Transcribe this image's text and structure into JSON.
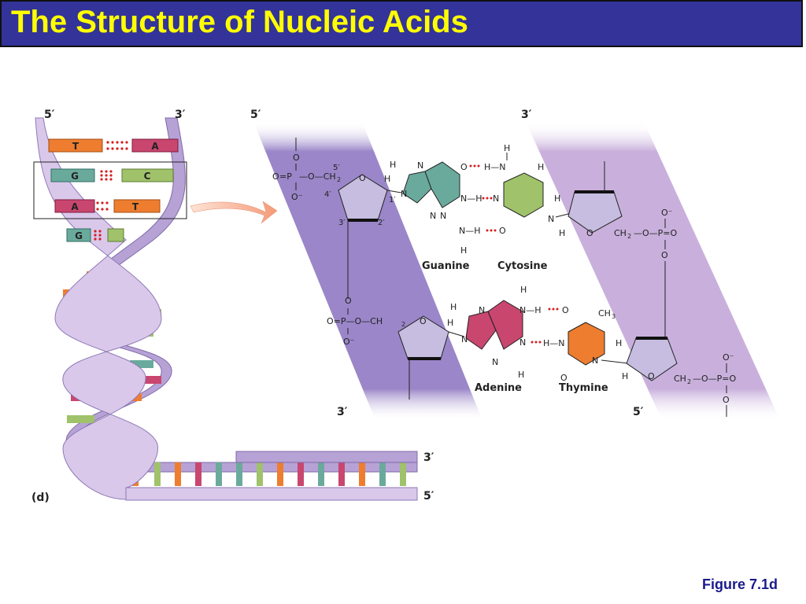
{
  "slide": {
    "title": "The Structure of Nucleic Acids",
    "caption": "Figure 7.1d"
  },
  "helix": {
    "panel_label": "(d)",
    "top_left_end": "5′",
    "top_right_end": "3′",
    "bottom_end_upper": "3′",
    "bottom_end_lower": "5′",
    "pairs": [
      {
        "left": "T",
        "right": "A"
      },
      {
        "left": "G",
        "right": "C"
      },
      {
        "left": "A",
        "right": "T"
      },
      {
        "left": "G",
        "right": ""
      }
    ]
  },
  "detail": {
    "strand1_top": "5′",
    "strand2_top": "3′",
    "strand1_bottom": "3′",
    "strand2_bottom": "5′",
    "carbons": {
      "c5": "5′",
      "c4": "4′",
      "c3": "3′",
      "c2": "2′",
      "c1": "1′"
    },
    "bases": {
      "guanine": "Guanine",
      "cytosine": "Cytosine",
      "adenine": "Adenine",
      "thymine": "Thymine"
    }
  },
  "colors": {
    "title_bar": "#333399",
    "title_text": "#ffff00",
    "caption": "#1a1a8c",
    "thymine": "#ee7d2f",
    "adenine": "#c9466f",
    "guanine": "#6aaa9c",
    "cytosine": "#9fc26a",
    "backbone_light": "#cdb8de",
    "backbone_dark": "#9b85c8",
    "sugar": "#c6bde0",
    "hbond": "#d42020"
  }
}
